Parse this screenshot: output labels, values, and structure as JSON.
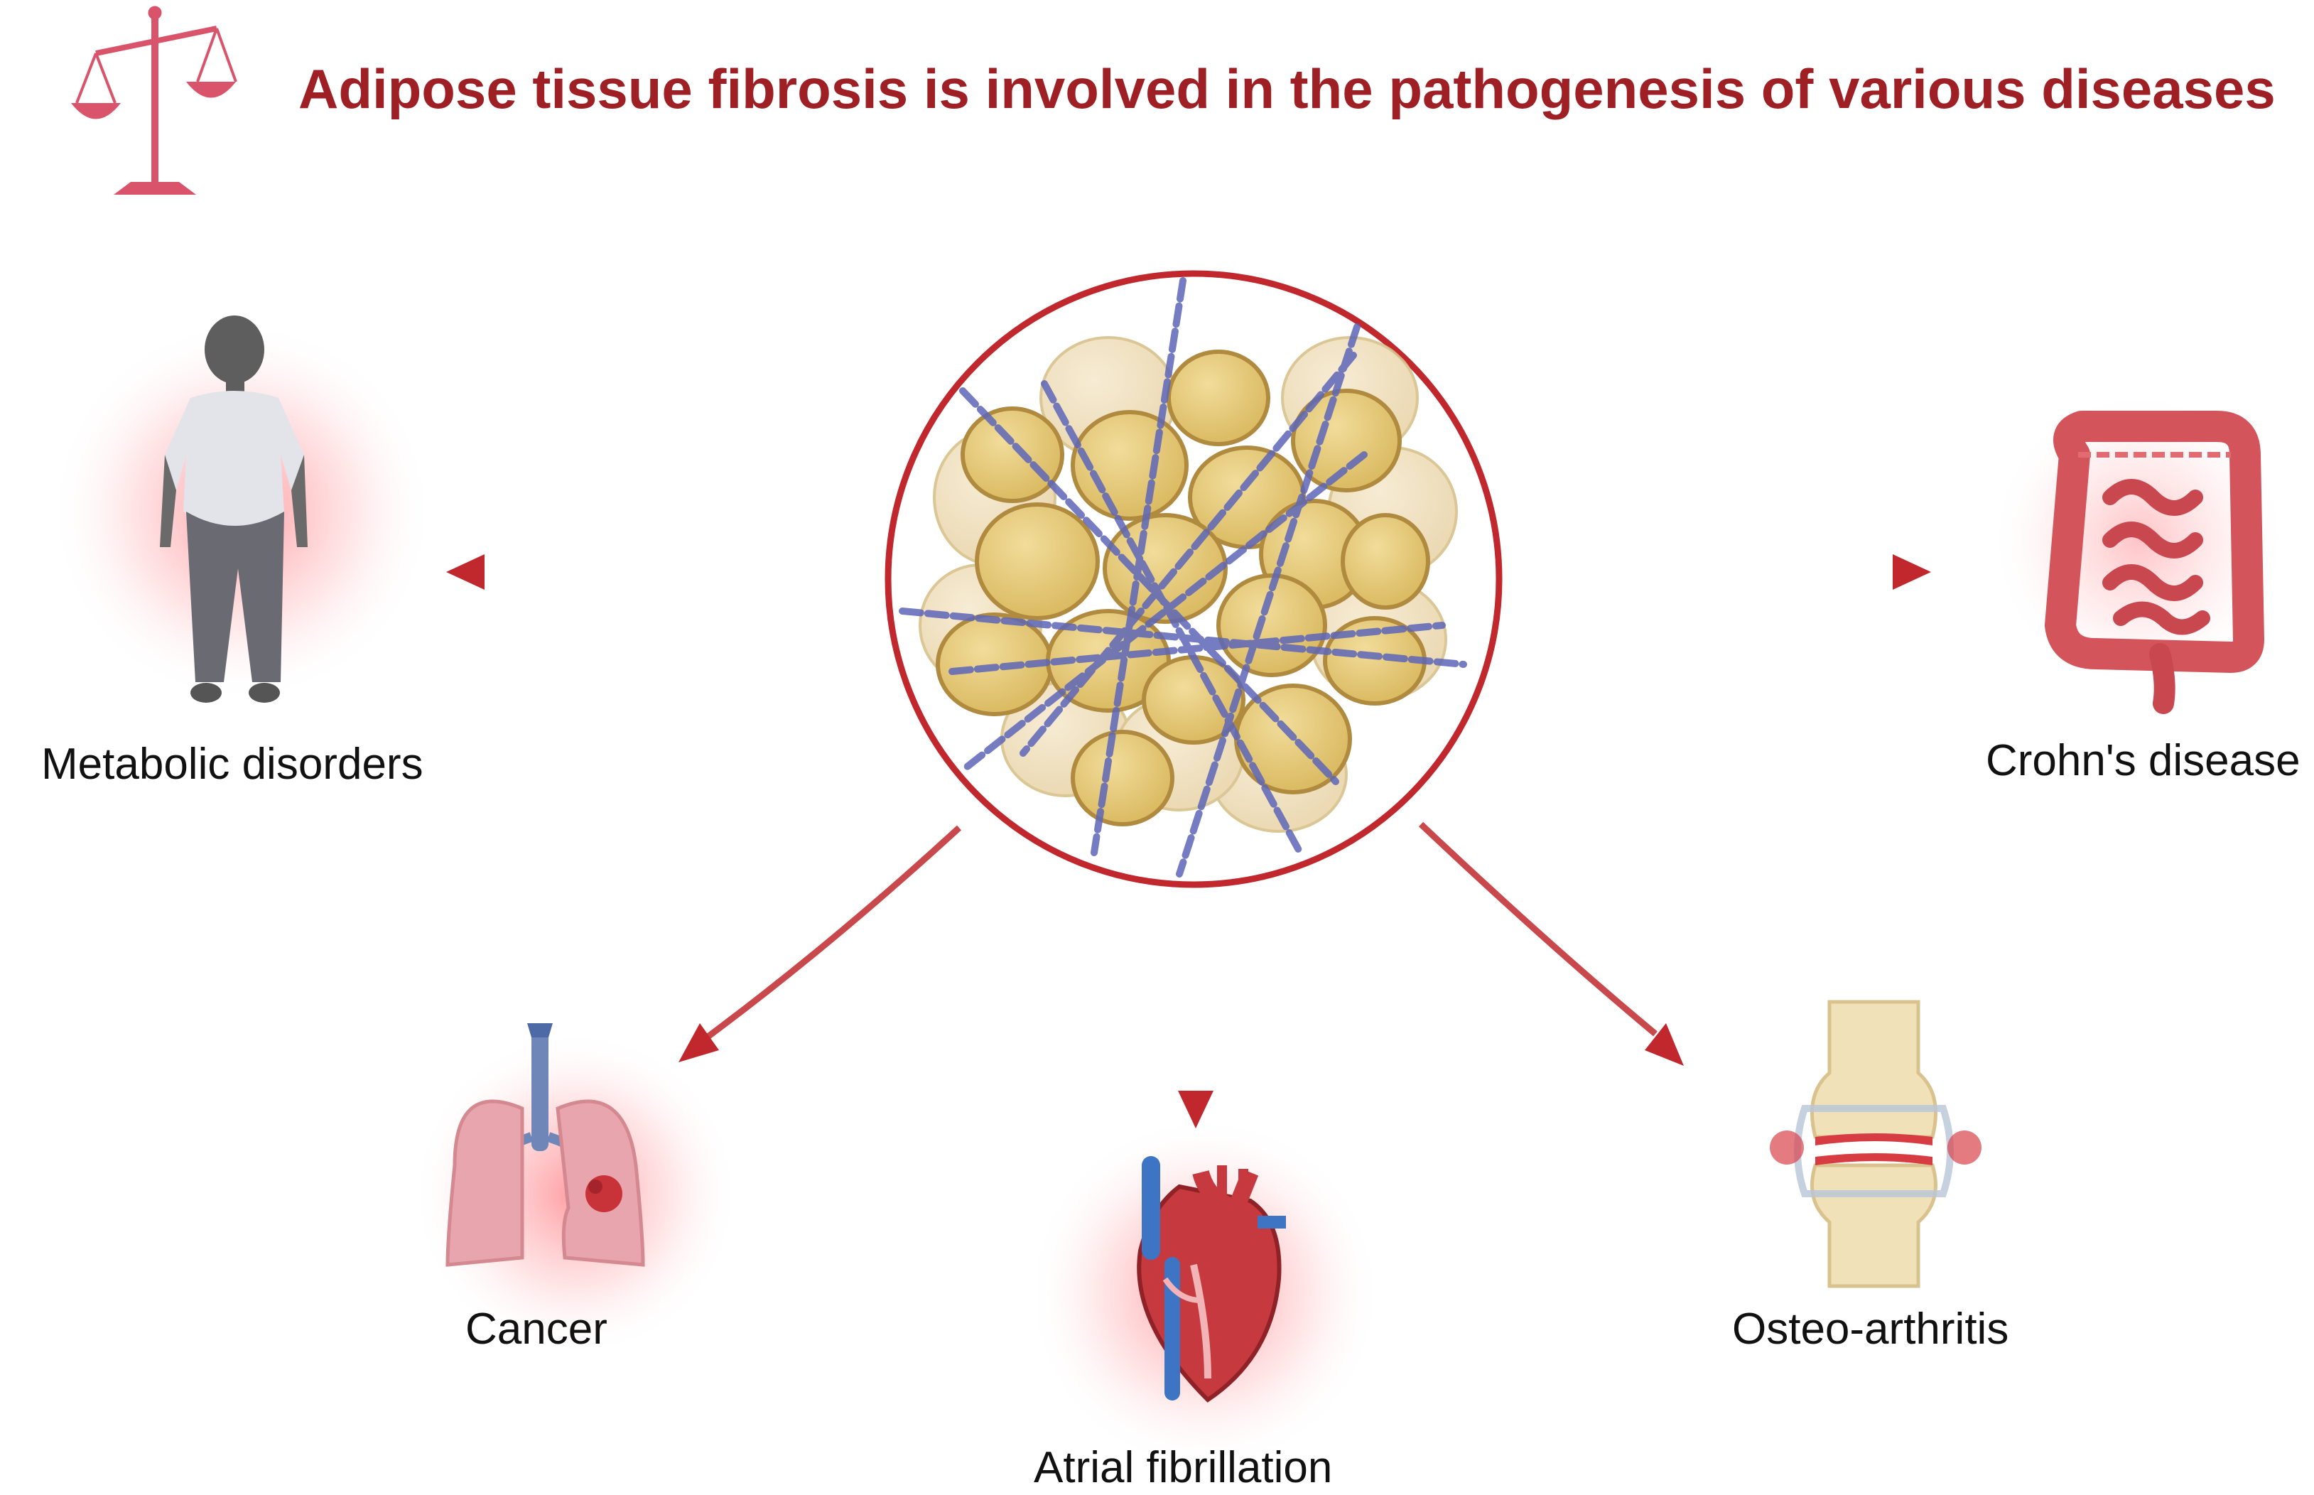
{
  "title": "Adipose tissue fibrosis is involved in the pathogenesis of various diseases",
  "center": {
    "icon": "adipose-tissue-fibrosis-icon"
  },
  "diseases": [
    {
      "id": "metabolic",
      "label": "Metabolic disorders",
      "icon": "obese-person-icon"
    },
    {
      "id": "crohns",
      "label": "Crohn's disease",
      "icon": "intestine-icon"
    },
    {
      "id": "cancer",
      "label": "Cancer",
      "icon": "lungs-tumor-icon"
    },
    {
      "id": "atrial",
      "label": "Atrial fibrillation",
      "icon": "heart-icon"
    },
    {
      "id": "osteo",
      "label": "Osteo-arthritis",
      "icon": "knee-joint-icon"
    }
  ],
  "colors": {
    "title": "#9e1f24",
    "arrow": "#c0282d",
    "glow": "#ff4d55",
    "fat": "#e6c97a",
    "collagen": "#6f79c8"
  },
  "header_icon": "balance-scale-icon"
}
